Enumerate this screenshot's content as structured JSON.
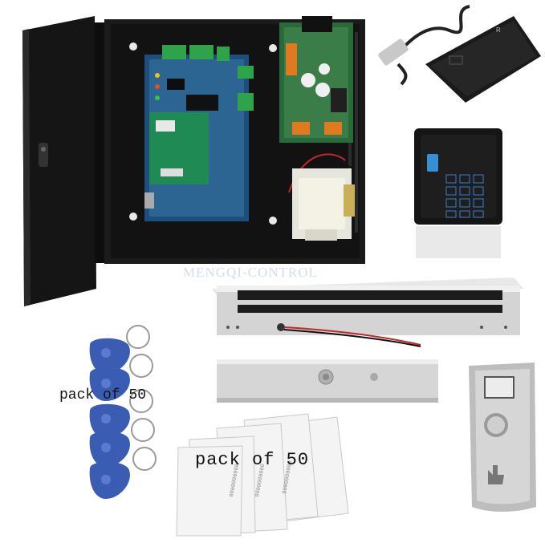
{
  "product_image": {
    "items": [
      {
        "name": "access-control-panel-box"
      },
      {
        "name": "usb-card-reader"
      },
      {
        "name": "keypad-card-reader"
      },
      {
        "name": "magnetic-lock"
      },
      {
        "name": "armature-plate"
      },
      {
        "name": "exit-push-button"
      },
      {
        "name": "keyfobs"
      },
      {
        "name": "rfid-cards"
      }
    ],
    "watermark": "MENGQI-CONTROL",
    "keyfobs_label": "pack of 50",
    "cards_label": "pack of 50",
    "usb_reader_brand": "R"
  }
}
